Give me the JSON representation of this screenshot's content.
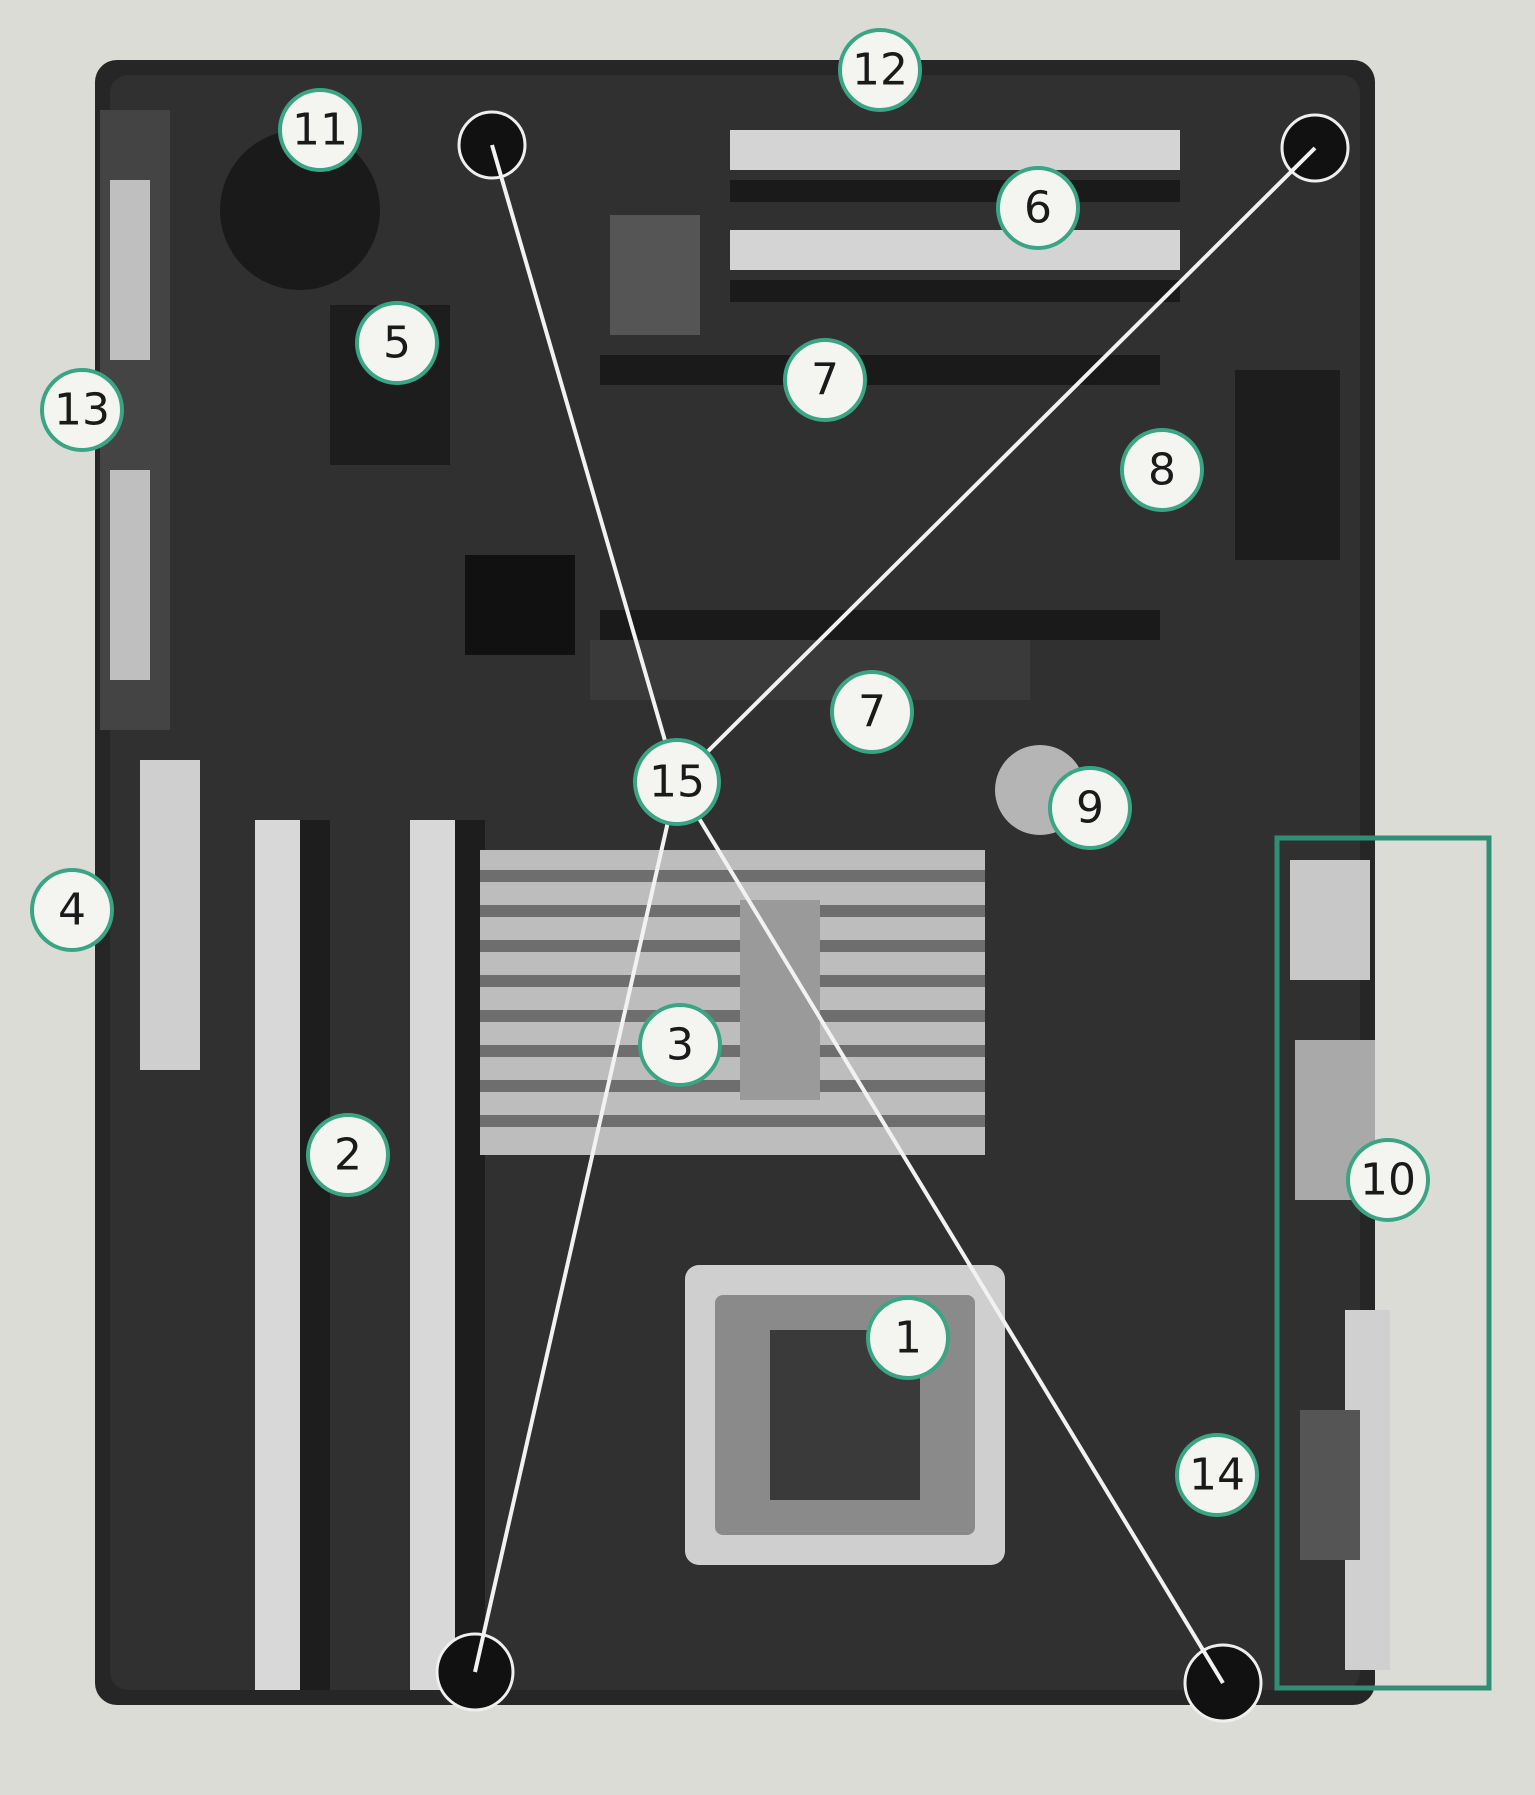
{
  "colors": {
    "paper": "#dcdcd6",
    "board": "#2a2a2a",
    "badge_fill": "#f4f4f0",
    "badge_ring": "#3aa585",
    "frame": "#2f8f75",
    "leader": "#f2f2f2"
  },
  "labels": {
    "l1": "1",
    "l2": "2",
    "l3": "3",
    "l4": "4",
    "l5": "5",
    "l6": "6",
    "l7a": "7",
    "l7b": "7",
    "l8": "8",
    "l9": "9",
    "l10": "10",
    "l11": "11",
    "l12": "12",
    "l13": "13",
    "l14": "14",
    "l15": "15"
  }
}
